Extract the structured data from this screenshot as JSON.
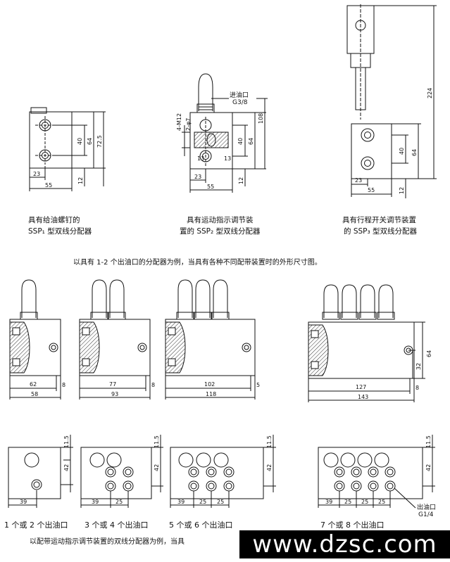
{
  "top": {
    "cap1_line1": "具有给油螺钉的",
    "cap1_line2": "SSP₁ 型双线分配器",
    "cap2_line1": "具有运动指示调节装",
    "cap2_line2": "置的 SSP₂ 型双线分配器",
    "cap3_line1": "具有行程开关调节装置",
    "cap3_line2": "的 SSP₃ 型双线分配器",
    "port_label": "进油口",
    "port_thread": "G3/8"
  },
  "middle_caption": "以具有 1-2 个出油口的分配器为例，当具有各种不同配带装置时的外形尺寸图。",
  "bottom": {
    "lbl1": "1 个或 2 个出油口",
    "lbl2": "3 个或 4 个出油口",
    "lbl3": "5 个或 6 个出油口",
    "lbl4": "7 个或 8 个出油口",
    "outlet_label": "出油口",
    "outlet_thread": "G1/4",
    "footer": "以配带运动指示调节装置的双线分配器为例，当具"
  },
  "watermark": "www.dzsc.com",
  "dims": {
    "d23": "23",
    "d55": "55",
    "d40": "40",
    "d64": "64",
    "d725": "72.5",
    "d12": "12",
    "d108": "108",
    "d224": "224",
    "d4M12": "4-M12",
    "d2phi7": "2-φ7",
    "d13": "13",
    "d62": "62",
    "d77": "77",
    "d102": "102",
    "d127": "127",
    "d58": "58",
    "d93": "93",
    "d118": "118",
    "d143": "143",
    "d8": "8",
    "d5": "5",
    "d32": "32",
    "d115": "11.5",
    "d42": "42",
    "d39": "39",
    "d25": "25"
  }
}
